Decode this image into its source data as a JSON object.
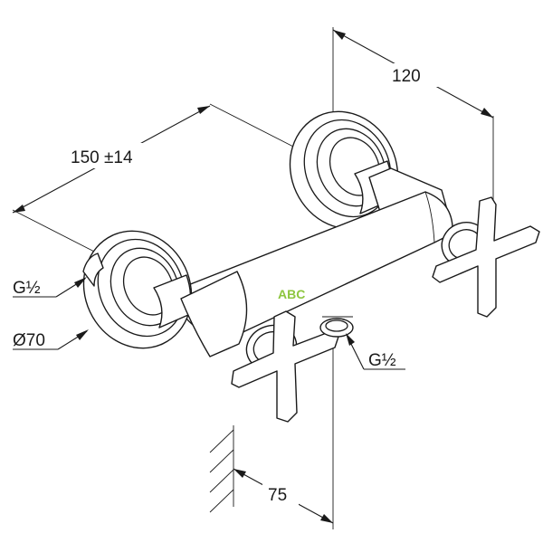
{
  "dimensions": {
    "depth": "120",
    "width": "150 ±14",
    "inlet_thread": "G½",
    "rosette_diameter": "Ø70",
    "outlet_thread": "G½",
    "outlet_offset": "75"
  },
  "brand_text": "ABC",
  "colors": {
    "line": "#1a1a1a",
    "brand": "#8dc63f",
    "background": "#ffffff"
  }
}
